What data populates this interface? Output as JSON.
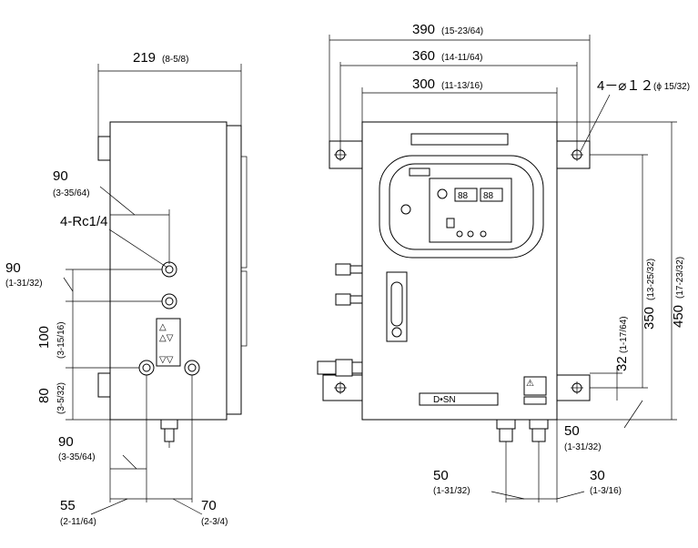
{
  "left_view": {
    "width_dim": {
      "value": "219",
      "inch": "(8-5/8)"
    },
    "port_offset_top": {
      "value": "90",
      "inch": "(3-35/64)"
    },
    "port_label": "4-Rc1/4",
    "port_vertical_offset": {
      "value": "90",
      "inch": "(1-31/32)"
    },
    "pitch_100": {
      "value": "100",
      "inch": "(3-15/16)"
    },
    "pitch_80": {
      "value": "80",
      "inch": "(3-5/32)"
    },
    "port_offset_bottom": {
      "value": "90",
      "inch": "(3-35/64)"
    },
    "dim_55": {
      "value": "55",
      "inch": "(2-11/64)"
    },
    "dim_70": {
      "value": "70",
      "inch": "(2-3/4)"
    }
  },
  "front_view": {
    "dim_390": {
      "value": "390",
      "inch": "(15-23/64)"
    },
    "dim_360": {
      "value": "360",
      "inch": "(14-11/64)"
    },
    "dim_300": {
      "value": "300",
      "inch": "(11-13/16)"
    },
    "mount_hole": {
      "value": "4－⌀１２",
      "inch": "(ϕ 15/32)"
    },
    "dim_350": {
      "value": "350",
      "inch": "(13-25/32)"
    },
    "dim_450": {
      "value": "450",
      "inch": "(17-23/32)"
    },
    "dim_32": {
      "value": "32",
      "inch": "(1-17/64)"
    },
    "dim_50_right": {
      "value": "50",
      "inch": "(1-31/32)"
    },
    "dim_50_bottom": {
      "value": "50",
      "inch": "(1-31/32)"
    },
    "dim_30": {
      "value": "30",
      "inch": "(1-3/16)"
    },
    "display_digits": [
      "88",
      "88"
    ],
    "brand_label": "D•SN"
  }
}
